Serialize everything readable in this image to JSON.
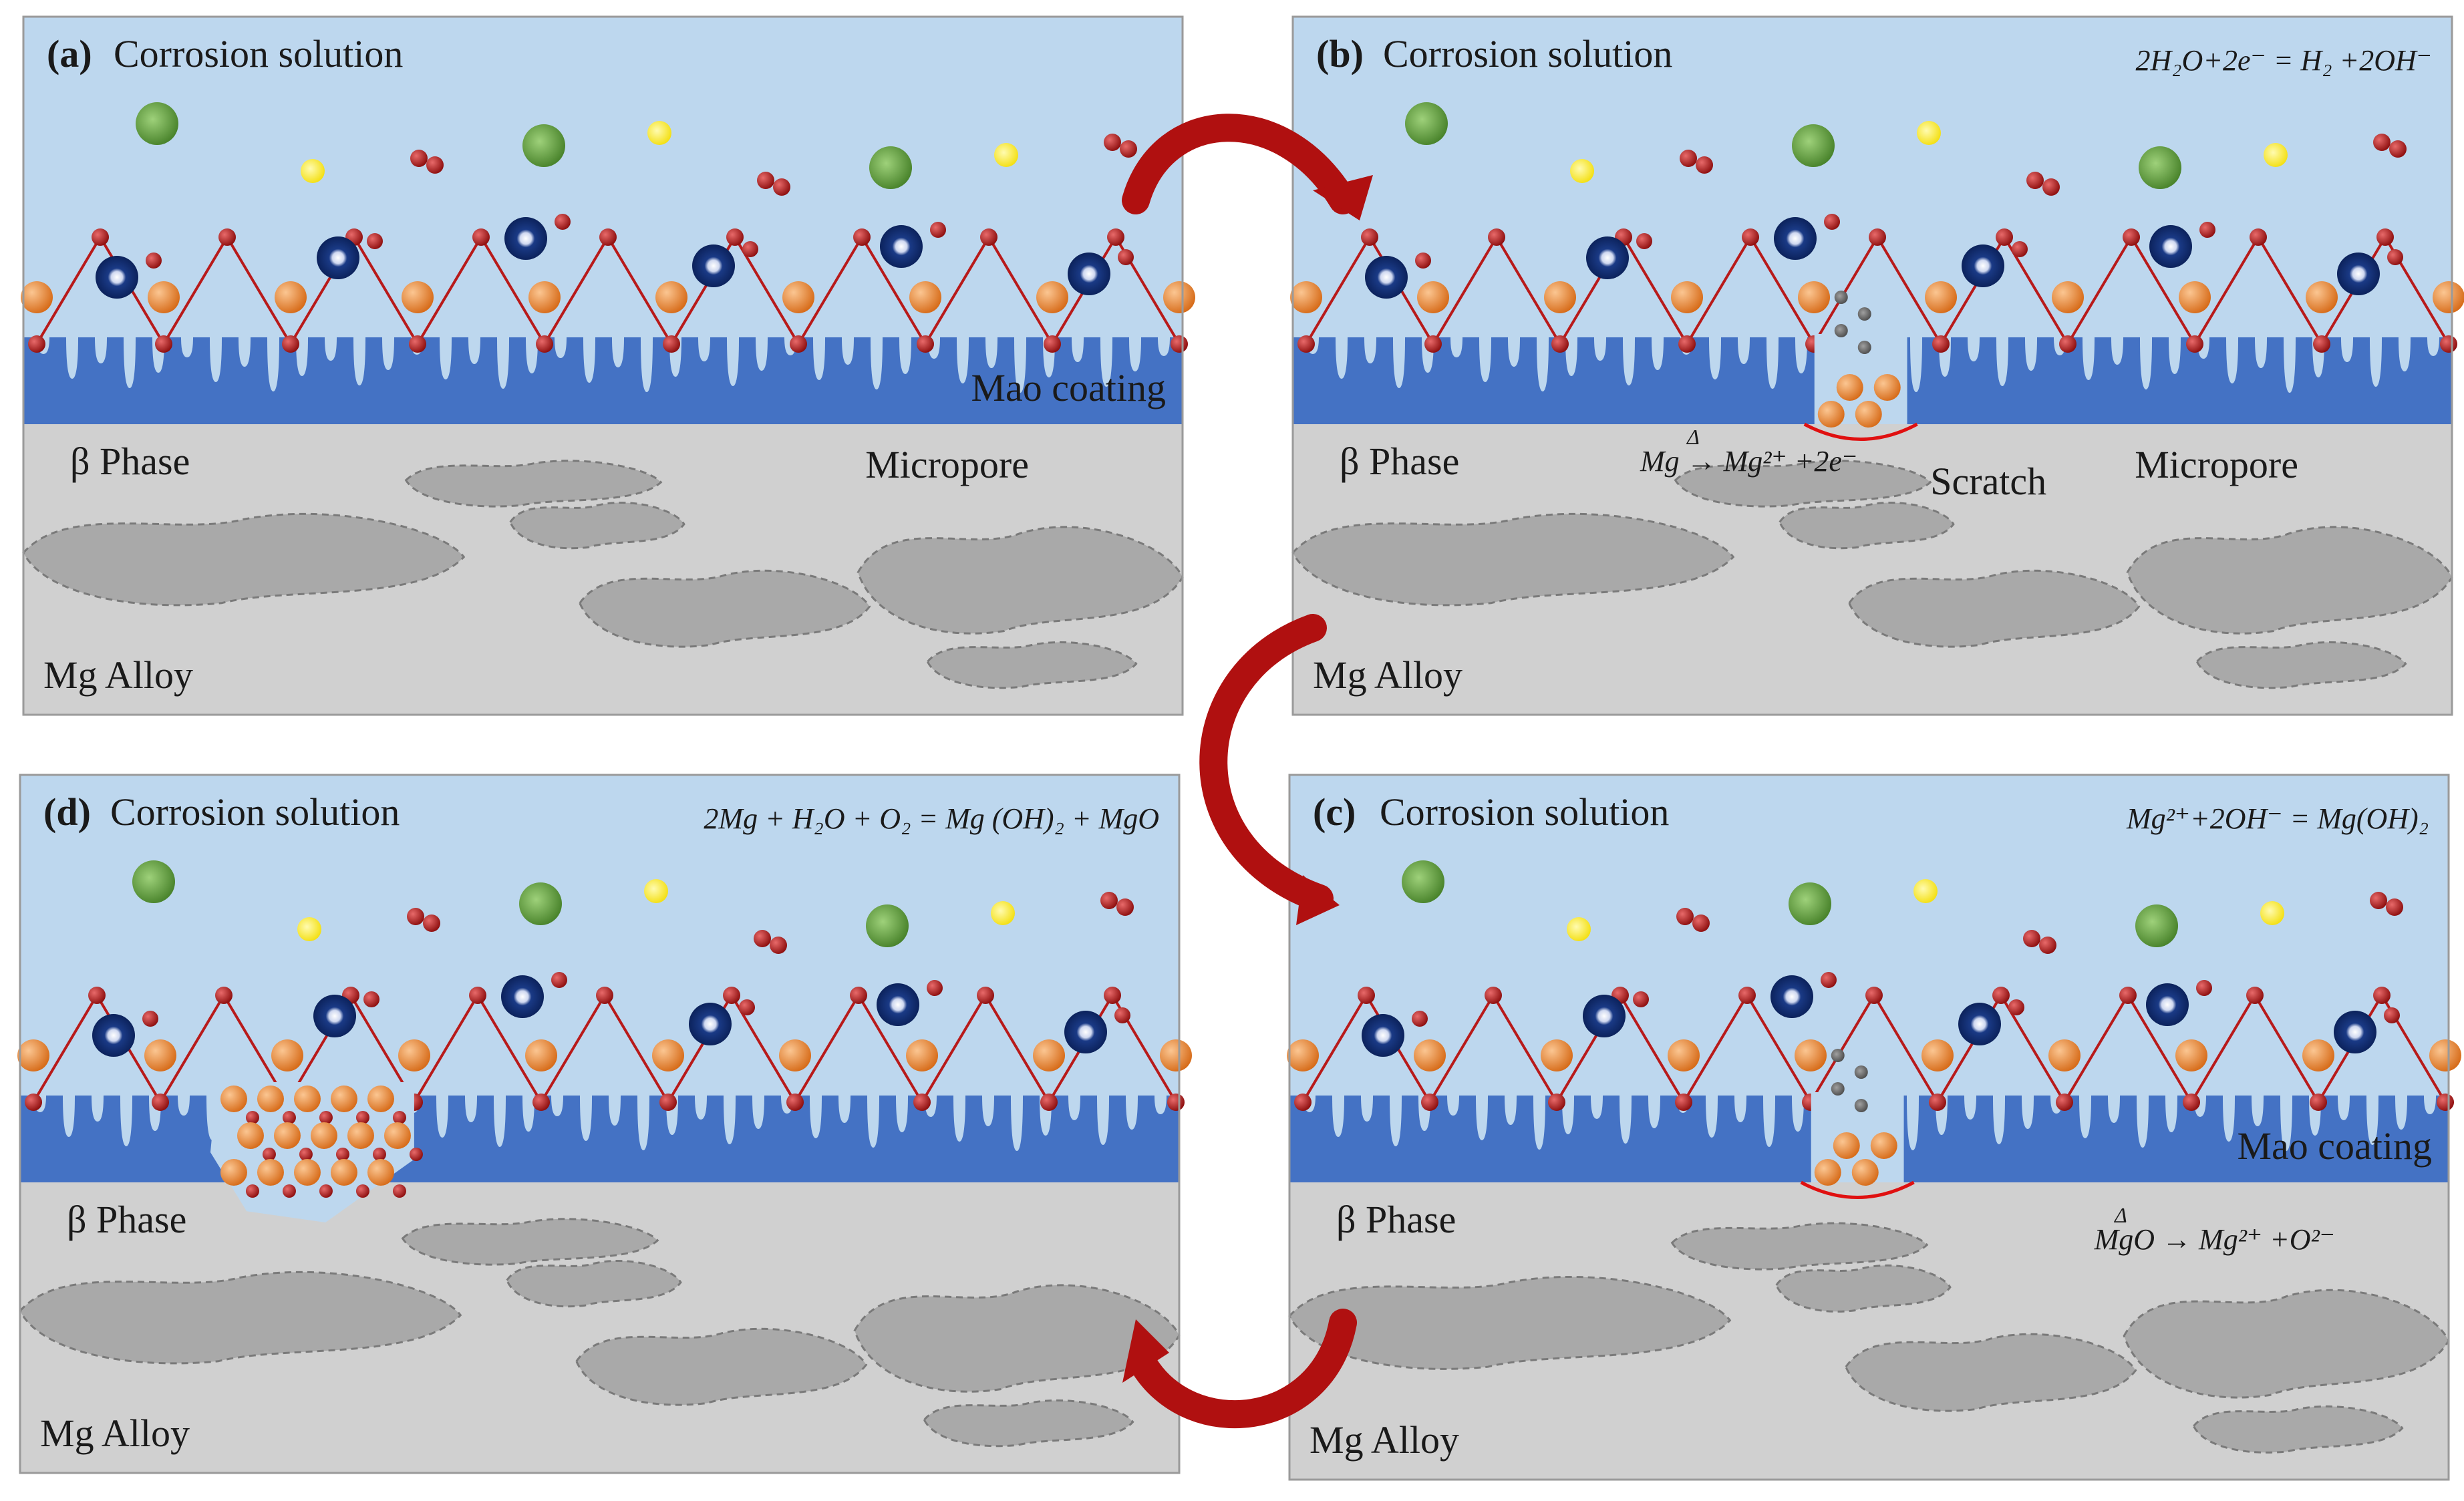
{
  "figure": {
    "panels": [
      {
        "id": "a",
        "tag": "(a)",
        "title": "Corrosion solution",
        "equation": "",
        "alloy_equation": "",
        "damage": "none",
        "labels": {
          "coating": "Mao coating",
          "micropore": "Micropore",
          "beta": "β Phase",
          "alloy": "Mg Alloy",
          "scratch": ""
        }
      },
      {
        "id": "b",
        "tag": "(b)",
        "title": "Corrosion solution",
        "equation": "2H₂O+2e⁻ = H₂  +2OH⁻",
        "alloy_equation": "Mg → Mg²⁺ +2e⁻",
        "damage": "scratch",
        "labels": {
          "coating": "",
          "micropore": "Micropore",
          "beta": "β Phase",
          "alloy": "Mg Alloy",
          "scratch": "Scratch"
        }
      },
      {
        "id": "c",
        "tag": "(c)",
        "title": "Corrosion solution",
        "equation": "Mg²⁺+2OH⁻ = Mg(OH)₂",
        "alloy_equation": "MgO → Mg²⁺ +O²⁻",
        "damage": "filled-scratch",
        "labels": {
          "coating": "Mao coating",
          "micropore": "",
          "beta": "β Phase",
          "alloy": "Mg Alloy",
          "scratch": ""
        }
      },
      {
        "id": "d",
        "tag": "(d)",
        "title": "Corrosion solution",
        "equation": "2Mg + H₂O + O₂ = Mg (OH)₂ + MgO",
        "alloy_equation": "",
        "damage": "deposit",
        "labels": {
          "coating": "",
          "micropore": "",
          "beta": "β Phase",
          "alloy": "Mg Alloy",
          "scratch": ""
        }
      }
    ],
    "delta_symbol": "Δ",
    "colors": {
      "solution": "#bdd7ee",
      "coating": "#4472c4",
      "alloy": "#d0d0d0",
      "beta_phase": "#a9a9a9",
      "arrow": "#b01010",
      "scratch_line": "#e01010",
      "scratch_text": "#e01010",
      "mg_atom": "#e8822c",
      "o_atom": "#b81a1a",
      "green_ion": "#4e8a2e",
      "yellow_ion": "#f7e81a",
      "navy_ion": "#0e2a6b",
      "grey_atom": "#606060"
    }
  }
}
